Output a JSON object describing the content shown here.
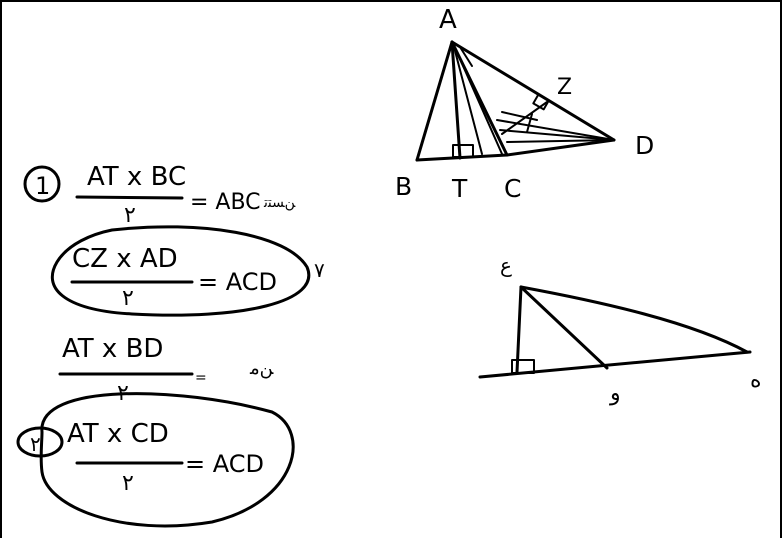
{
  "ink_color": "#000000",
  "paper_color": "#ffffff",
  "figure1": {
    "vertex_A": "A",
    "vertex_B": "B",
    "vertex_T": "T",
    "vertex_C": "C",
    "vertex_D": "D",
    "vertex_Z": "Z"
  },
  "figure2": {
    "vertex_top": "ﻉ",
    "vertex_mid": "ﻭ",
    "vertex_right": "ﻩ"
  },
  "equations": {
    "eq1": {
      "marker": "1",
      "numerator": "AT x BC",
      "denominator": "٢",
      "rhs": "= ABC",
      "note": "ﻦﺴﺘﺗ"
    },
    "eq2": {
      "numerator": "CZ x AD",
      "denominator": "٢",
      "rhs": "= ACD",
      "mark": "٧"
    },
    "eq3": {
      "numerator": "AT x BD",
      "denominator": "٢",
      "rhs": "=",
      "note": "ﻦﻣ"
    },
    "eq4": {
      "marker": "٢",
      "numerator": "AT x CD",
      "denominator": "٢",
      "rhs": "= ACD"
    }
  }
}
